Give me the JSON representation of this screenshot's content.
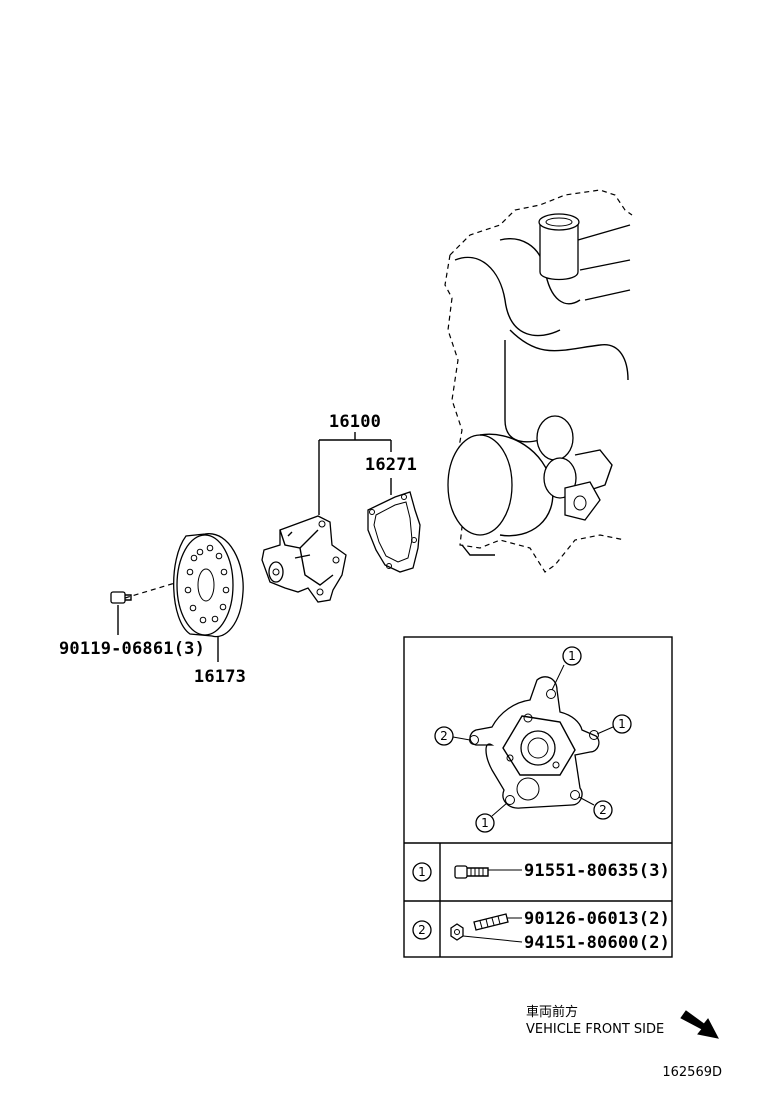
{
  "labels": {
    "water_pump_assy": "16100",
    "gasket": "16271",
    "pulley": "16173",
    "pulley_bolt": "90119-06861(3)"
  },
  "detail": {
    "callouts": [
      "1",
      "1",
      "2",
      "2",
      "1"
    ],
    "legend": [
      {
        "key": "1",
        "parts": [
          "91551-80635(3)"
        ]
      },
      {
        "key": "2",
        "parts": [
          "90126-06013(2)",
          "94151-80600(2)"
        ]
      }
    ]
  },
  "direction": {
    "jp": "車両前方",
    "en": "VEHICLE FRONT SIDE"
  },
  "figure_id": "162569D"
}
